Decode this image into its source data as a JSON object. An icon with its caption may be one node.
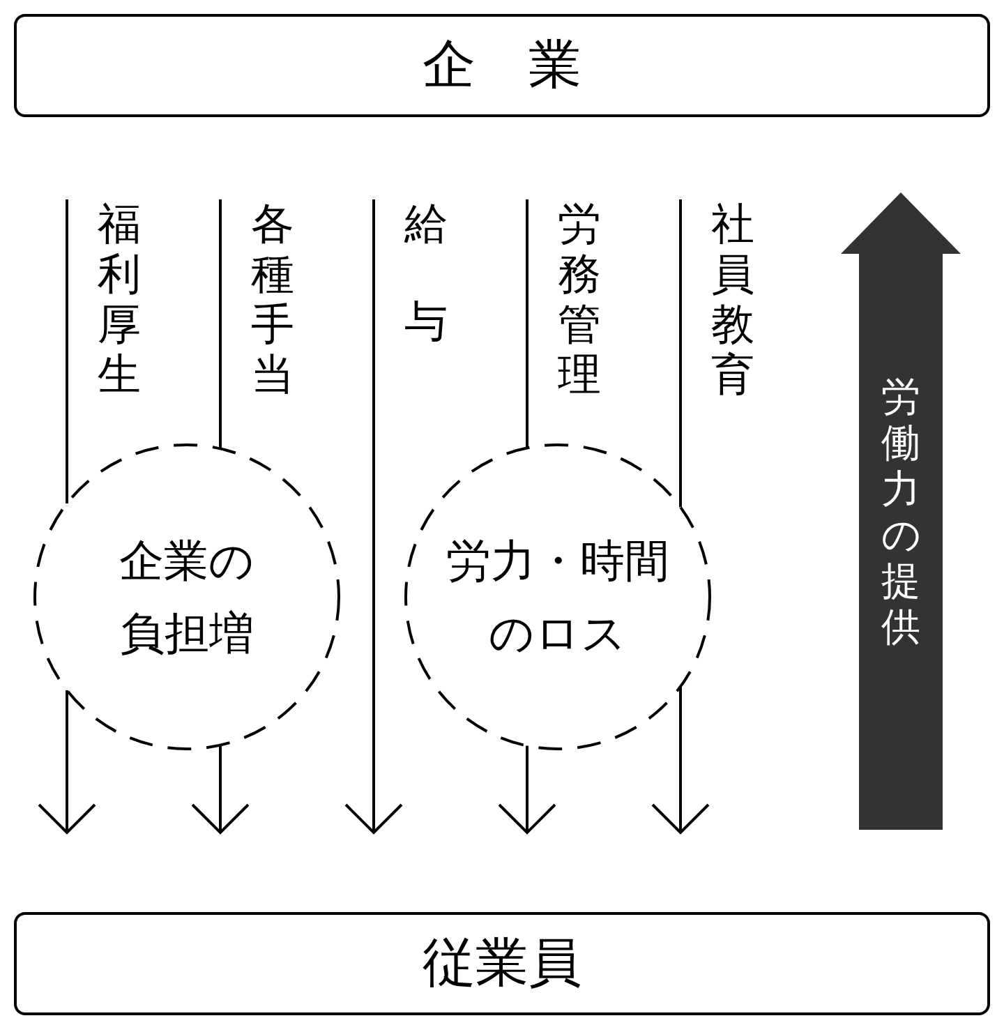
{
  "diagram": {
    "nodes": [
      {
        "text": [
          "企　業"
        ]
      },
      {
        "text": [
          "企業の負担増"
        ]
      },
      {
        "text": [
          "労力・時間のロス"
        ]
      },
      {
        "text": [
          "従業員"
        ]
      }
    ],
    "edges": [
      {
        "from": 0,
        "to": 1,
        "arrow": "none",
        "label": "福利厚生"
      },
      {
        "from": 1,
        "to": 3,
        "arrow": "to"
      },
      {
        "from": 0,
        "to": 1,
        "arrow": "none",
        "label": "各種手当"
      },
      {
        "from": 1,
        "to": 3,
        "arrow": "to"
      },
      {
        "from": 0,
        "to": 3,
        "arrow": "to",
        "label": "給与"
      },
      {
        "from": 0,
        "to": 2,
        "arrow": "none",
        "label": "労務管理"
      },
      {
        "from": 2,
        "to": 3,
        "arrow": "to"
      },
      {
        "from": 0,
        "to": 2,
        "arrow": "none",
        "label": "社員教育"
      },
      {
        "from": 2,
        "to": 3,
        "arrow": "to"
      },
      {
        "from": 3,
        "to": 0,
        "arrow": "to",
        "label": "労働力の提供",
        "style": "thick",
        "color": "#333333"
      }
    ]
  }
}
